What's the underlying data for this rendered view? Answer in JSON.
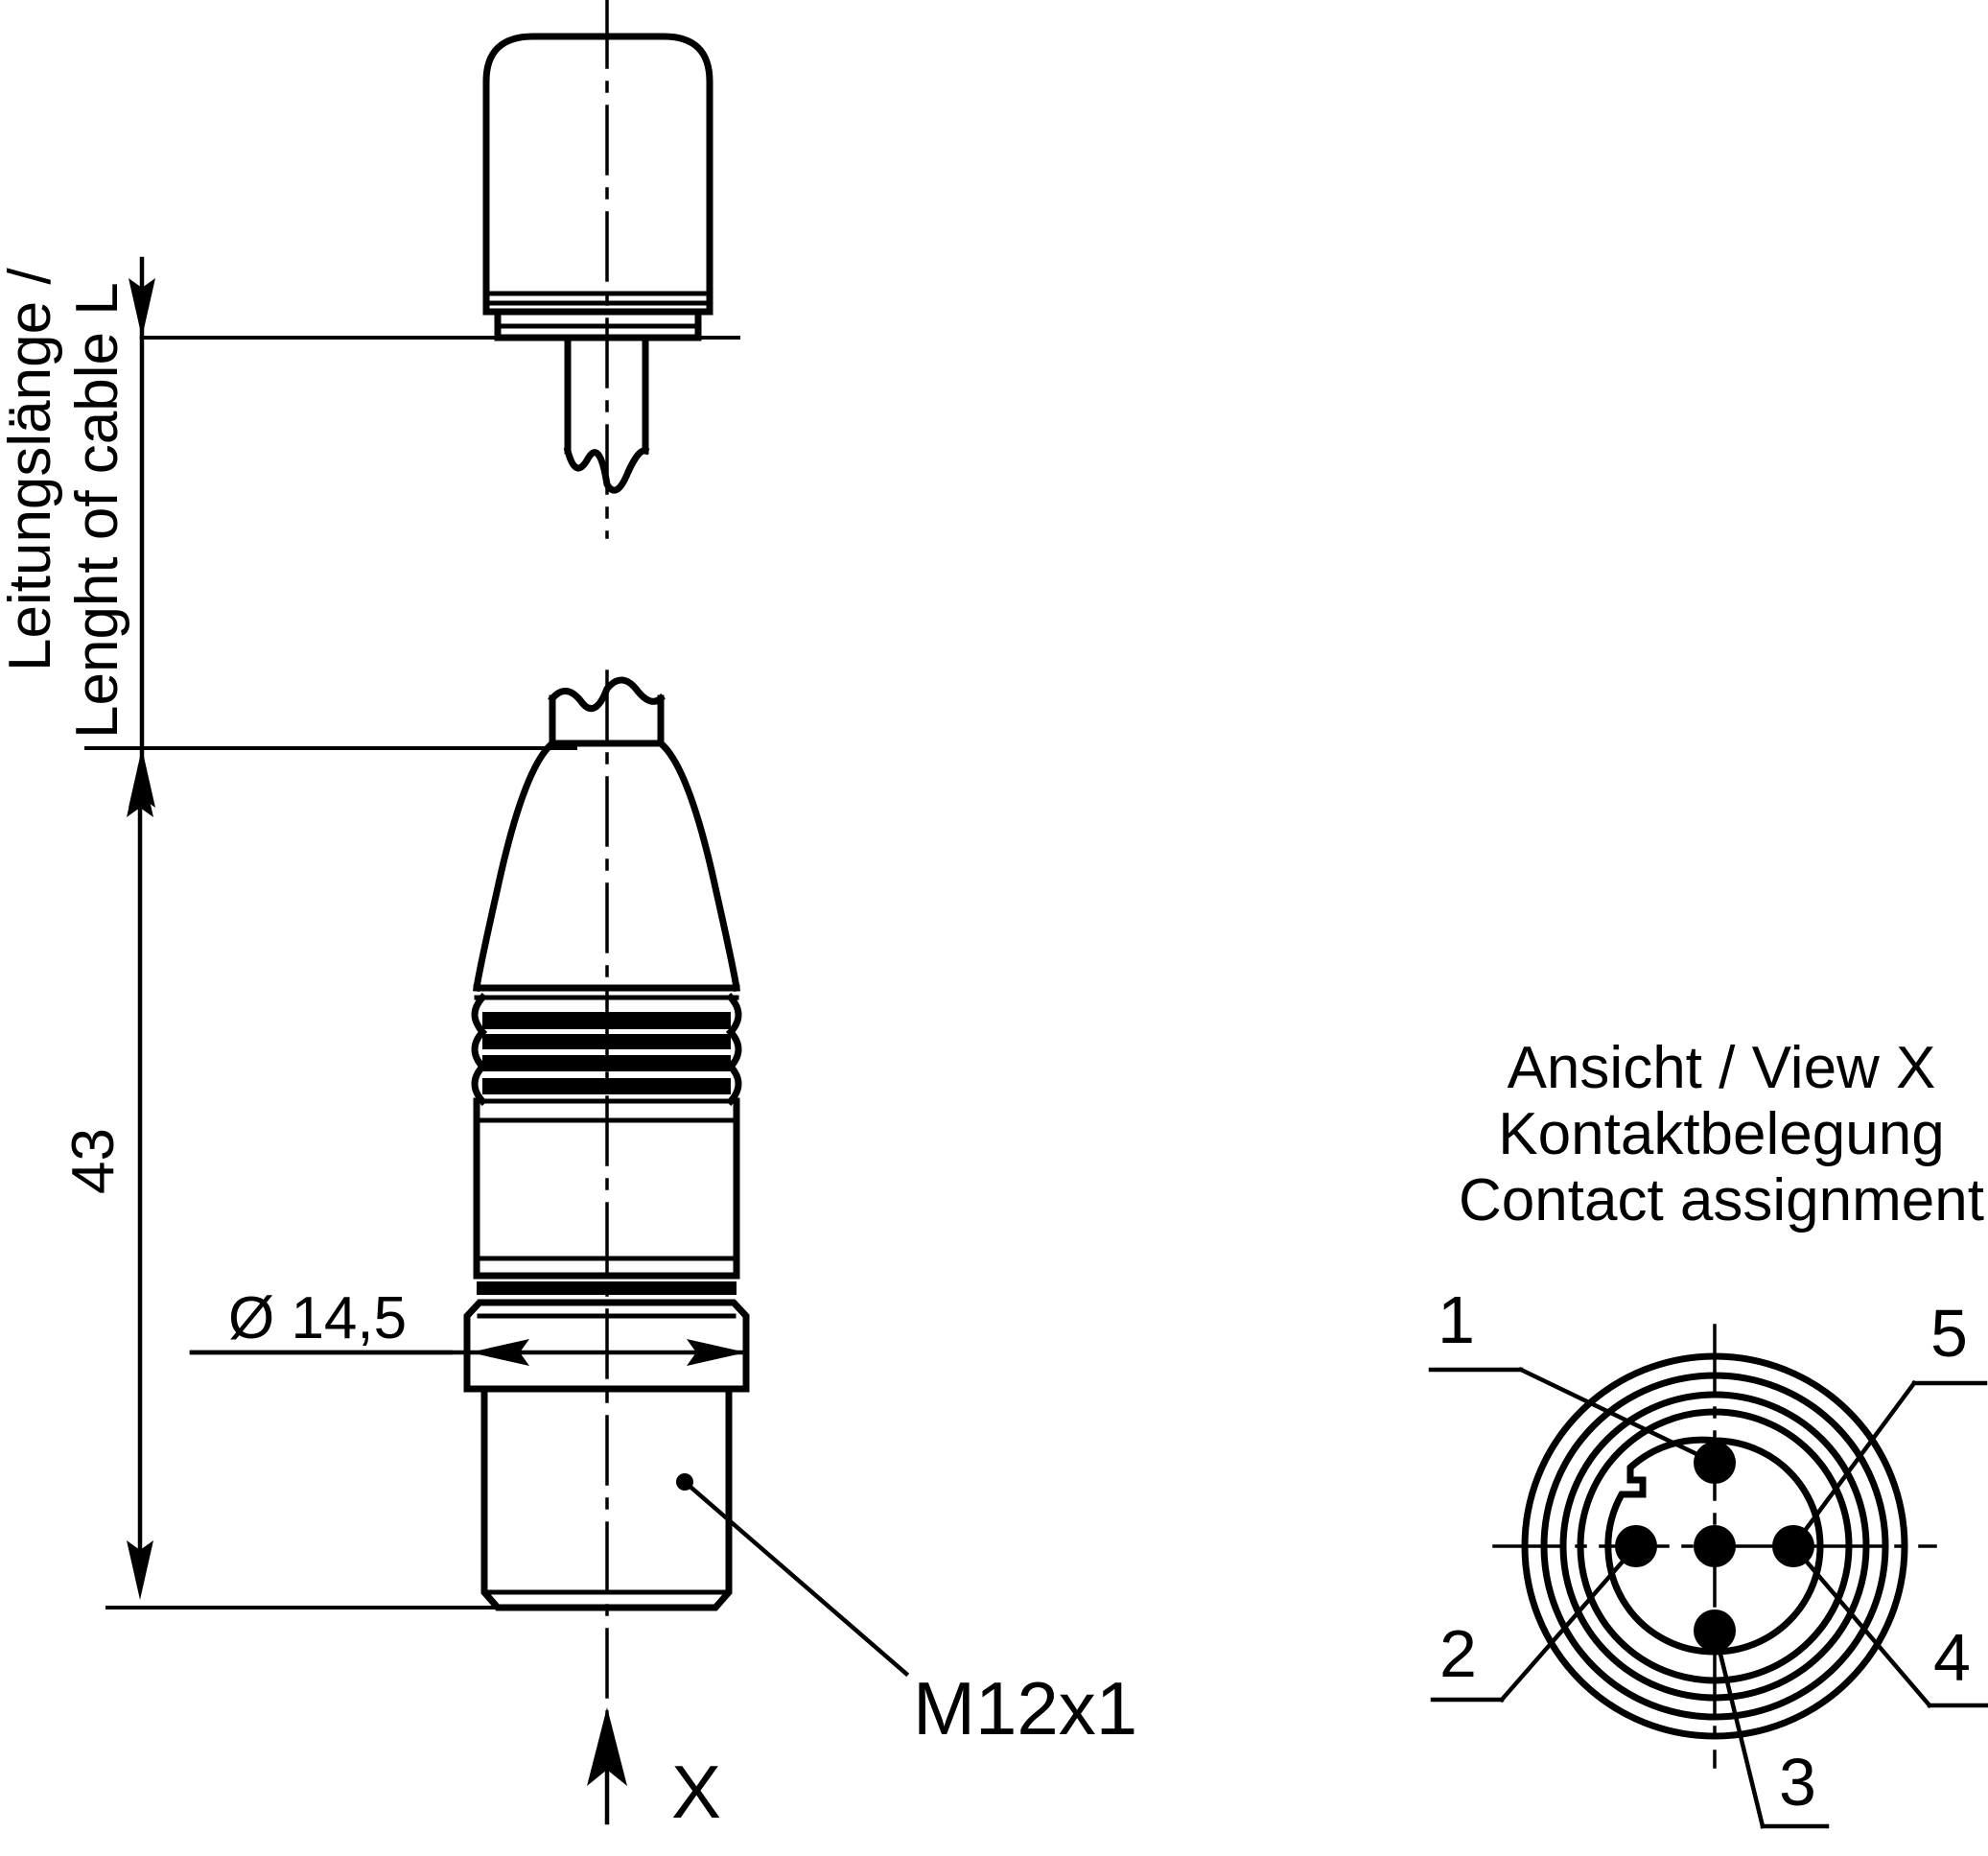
{
  "drawing": {
    "type": "engineering-drawing",
    "subject": "M12x1 5-pole cable connector",
    "background_color": "#ffffff",
    "line_color": "#000000"
  },
  "dimensions": {
    "cable_length_label_line1": "Leitungslänge /",
    "cable_length_label_line2": "Lenght of cable L",
    "body_length": "43",
    "diameter": "Ø 14,5",
    "thread": "M12x1"
  },
  "view_marker": {
    "letter": "X"
  },
  "contact_view": {
    "title_line1": "Ansicht / View X",
    "title_line2": "Kontaktbelegung",
    "title_line3": "Contact assignment",
    "pins": [
      {
        "number": "1",
        "position": "top-left"
      },
      {
        "number": "2",
        "position": "bottom-left"
      },
      {
        "number": "3",
        "position": "bottom"
      },
      {
        "number": "4",
        "position": "bottom-right"
      },
      {
        "number": "5",
        "position": "top-right"
      }
    ]
  }
}
